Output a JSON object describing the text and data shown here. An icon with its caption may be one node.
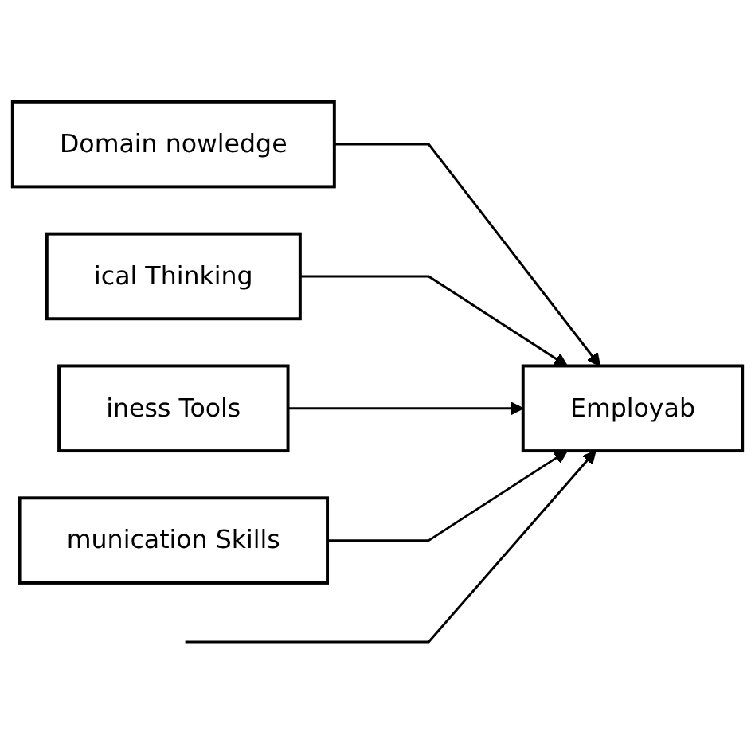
{
  "diagram": {
    "nodes": [
      {
        "text": [
          "Domain nowledge"
        ]
      },
      {
        "text": [
          "ical Thinking"
        ]
      },
      {
        "text": [
          "iness Tools"
        ]
      },
      {
        "text": [
          "munication Skills"
        ]
      },
      {
        "text": [
          "Employab"
        ]
      }
    ],
    "edges": [
      {
        "from": 0,
        "to": 4,
        "arrow": "to"
      },
      {
        "from": 1,
        "to": 4,
        "arrow": "to"
      },
      {
        "from": 2,
        "to": 4,
        "arrow": "to"
      },
      {
        "from": 3,
        "to": 4,
        "arrow": "to"
      },
      {
        "from": null,
        "to": 4,
        "arrow": "to"
      }
    ]
  }
}
